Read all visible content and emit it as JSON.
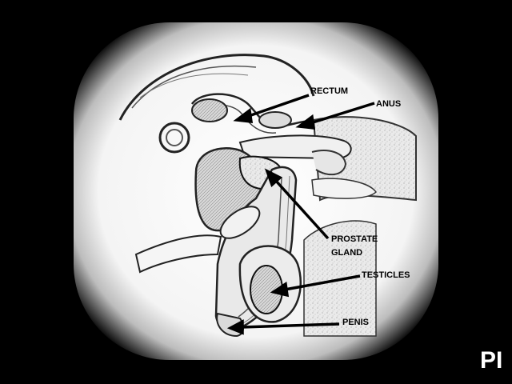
{
  "labels": {
    "rectum": "RECTUM",
    "anus": "ANUS",
    "prostate_line1": "PROSTATE",
    "prostate_line2": "GLAND",
    "testicles": "TESTICLES",
    "penis": "PENIS"
  },
  "watermark": {
    "text": "PI"
  },
  "colors": {
    "background": "#000000",
    "vignette": "#ffffff",
    "ink": "#111111",
    "tissue": "#cfcfcf"
  }
}
